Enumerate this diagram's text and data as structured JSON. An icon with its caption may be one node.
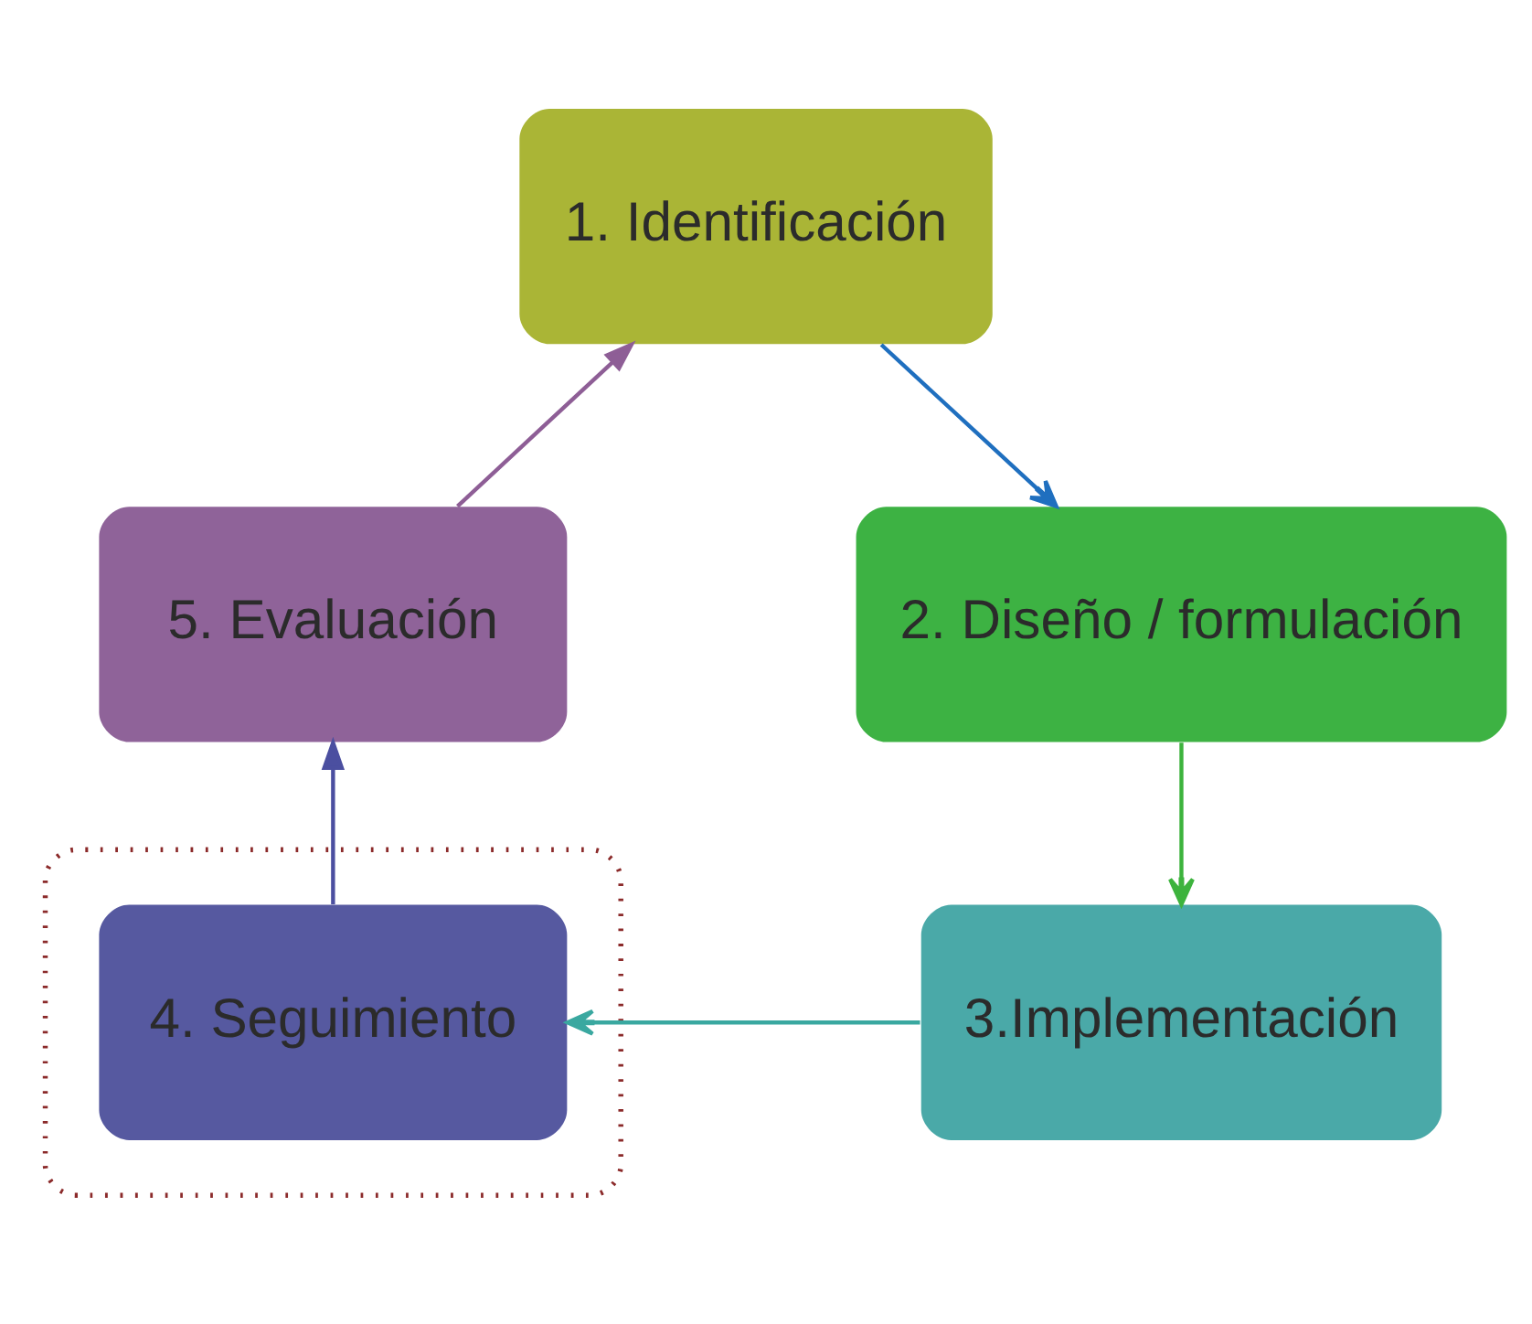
{
  "diagram": {
    "nodes": [
      {
        "text": [
          "1. Identificación"
        ]
      },
      {
        "text": [
          "2. Diseño / formulación"
        ]
      },
      {
        "text": [
          "3.Implementación"
        ]
      },
      {
        "text": [],
        "shape": "ellipse"
      },
      {
        "text": [
          "4. Seguimiento"
        ],
        "in": 3
      },
      {
        "text": [
          "5. Evaluación"
        ]
      }
    ],
    "edges": [
      {
        "from": 0,
        "to": 1,
        "arrow": "to",
        "color": "#1f6fbf"
      },
      {
        "from": 1,
        "to": 2,
        "arrow": "to",
        "color": "#3db33d"
      },
      {
        "from": 2,
        "to": 4,
        "arrow": "to",
        "color": "#3aa8a0"
      },
      {
        "from": 4,
        "to": 5,
        "arrow": "to",
        "color": "#4b4fa0"
      },
      {
        "from": 5,
        "to": 0,
        "arrow": "to",
        "color": "#8e5e96"
      }
    ]
  }
}
